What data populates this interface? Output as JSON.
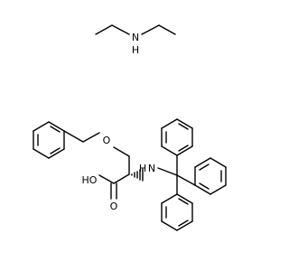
{
  "structure": {
    "atoms": {
      "diethylamine_n": "N",
      "diethylamine_h": "H",
      "ether_o": "O",
      "acid_oh": "HO",
      "carbonyl_o": "O",
      "amine_n": "N",
      "amine_h": "H"
    }
  }
}
